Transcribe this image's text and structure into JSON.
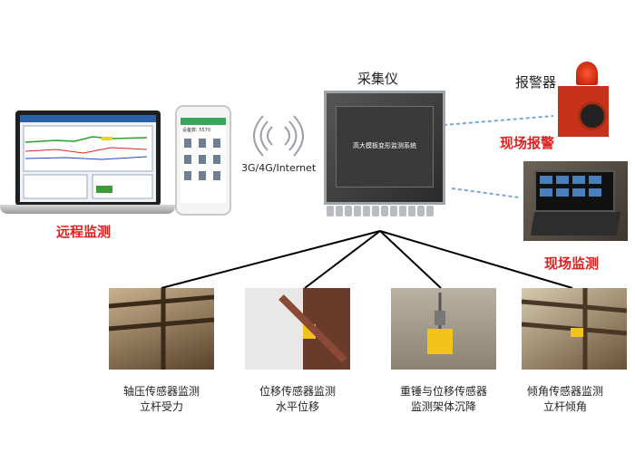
{
  "title_device": "采集仪",
  "network_label": "3G/4G/Internet",
  "remote_label": "远程监测",
  "alarm_title": "报警器",
  "alarm_label": "现场报警",
  "onsite_label": "现场监测",
  "device_screen_text": "高大模板变形监测系统",
  "phone_screen_text": "设备数: 5570",
  "sensors": [
    {
      "line1": "轴压传感器监测",
      "line2": "立杆受力"
    },
    {
      "line1": "位移传感器监测",
      "line2": "水平位移"
    },
    {
      "line1": "重锤与位移传感器",
      "line2": "监测架体沉降"
    },
    {
      "line1": "倾角传感器监测",
      "line2": "立杆倾角"
    }
  ],
  "colors": {
    "accent_red": "#e02020",
    "text": "#222222"
  }
}
